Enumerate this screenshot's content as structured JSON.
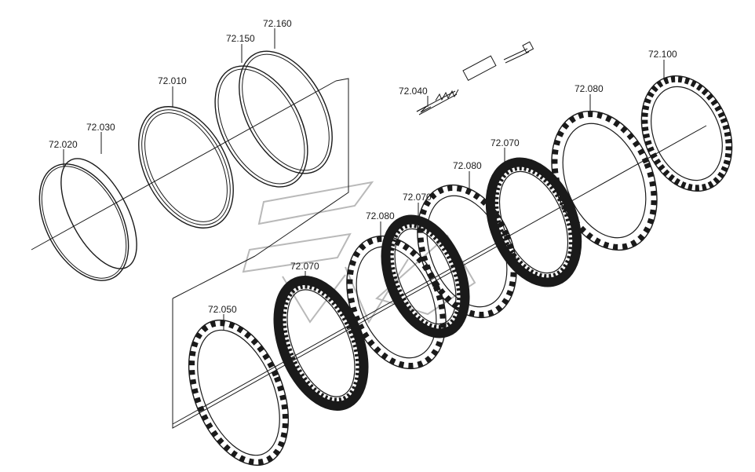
{
  "diagram": {
    "parts": [
      {
        "id": "p-72-020",
        "label": "72.020"
      },
      {
        "id": "p-72-030",
        "label": "72.030"
      },
      {
        "id": "p-72-010",
        "label": "72.010"
      },
      {
        "id": "p-72-150",
        "label": "72.150"
      },
      {
        "id": "p-72-160",
        "label": "72.160"
      },
      {
        "id": "p-72-040",
        "label": "72.040"
      },
      {
        "id": "p-72-100",
        "label": "72.100"
      },
      {
        "id": "p-72-080-a",
        "label": "72.080"
      },
      {
        "id": "p-72-070-a",
        "label": "72.070"
      },
      {
        "id": "p-72-080-b",
        "label": "72.080"
      },
      {
        "id": "p-72-070-b",
        "label": "72.070"
      },
      {
        "id": "p-72-080-c",
        "label": "72.080"
      },
      {
        "id": "p-72-070-c",
        "label": "72.070"
      },
      {
        "id": "p-72-050",
        "label": "72.050"
      }
    ]
  }
}
